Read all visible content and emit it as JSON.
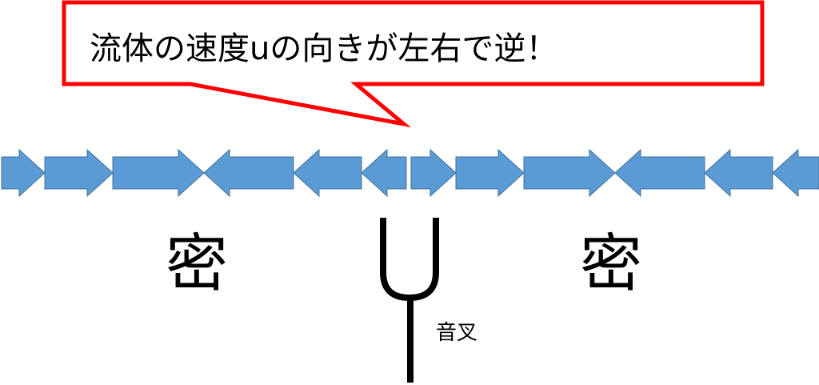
{
  "callout": {
    "text": "流体の速度uの向きが左右で逆！",
    "border_color": "#ff0000"
  },
  "labels": {
    "left_dense": "密",
    "right_dense": "密",
    "tuning_fork": "音叉"
  },
  "arrows": {
    "fill": "#5b9bd5",
    "stroke": "#41719c",
    "left_side_directions": [
      "right",
      "right",
      "right",
      "left",
      "left",
      "left"
    ],
    "right_side_directions": [
      "right",
      "right",
      "right",
      "left",
      "left",
      "left"
    ]
  },
  "tuning_fork": {
    "icon": "tuning-fork-icon",
    "color": "#000000"
  }
}
